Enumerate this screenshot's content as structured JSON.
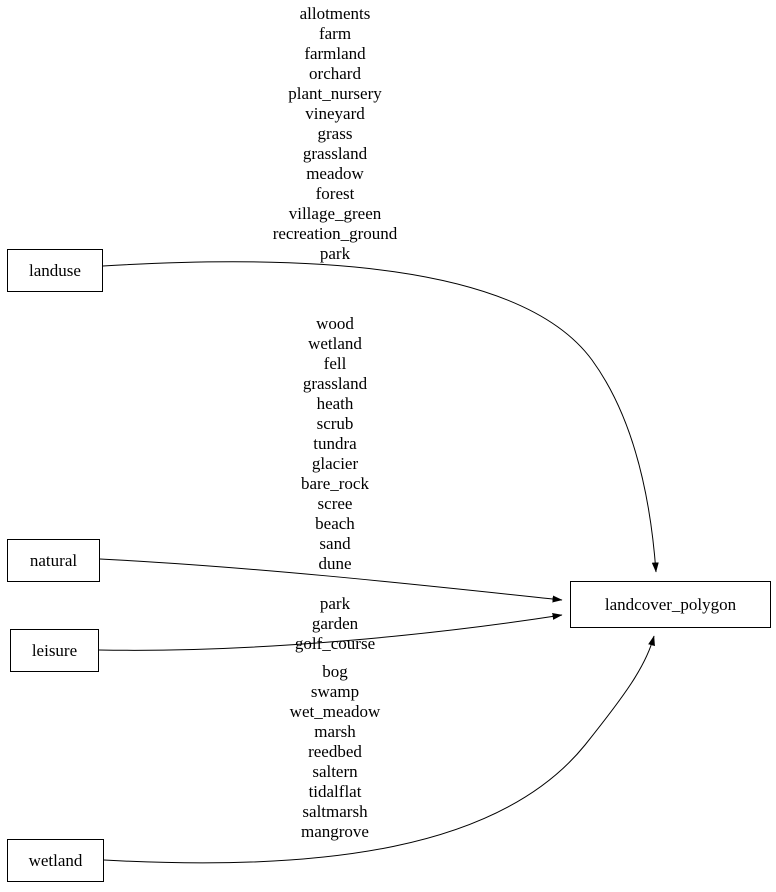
{
  "diagram": {
    "nodes": {
      "landuse": {
        "label": "landuse"
      },
      "natural": {
        "label": "natural"
      },
      "leisure": {
        "label": "leisure"
      },
      "wetland": {
        "label": "wetland"
      },
      "landcover_polygon": {
        "label": "landcover_polygon"
      }
    },
    "edge_labels": {
      "landuse": [
        "allotments",
        "farm",
        "farmland",
        "orchard",
        "plant_nursery",
        "vineyard",
        "grass",
        "grassland",
        "meadow",
        "forest",
        "village_green",
        "recreation_ground",
        "park"
      ],
      "natural": [
        "wood",
        "wetland",
        "fell",
        "grassland",
        "heath",
        "scrub",
        "tundra",
        "glacier",
        "bare_rock",
        "scree",
        "beach",
        "sand",
        "dune"
      ],
      "leisure": [
        "park",
        "garden",
        "golf_course"
      ],
      "wetland": [
        "bog",
        "swamp",
        "wet_meadow",
        "marsh",
        "reedbed",
        "saltern",
        "tidalflat",
        "saltmarsh",
        "mangrove"
      ]
    },
    "colors": {
      "line": "#000000",
      "background": "#ffffff",
      "text": "#000000"
    }
  }
}
